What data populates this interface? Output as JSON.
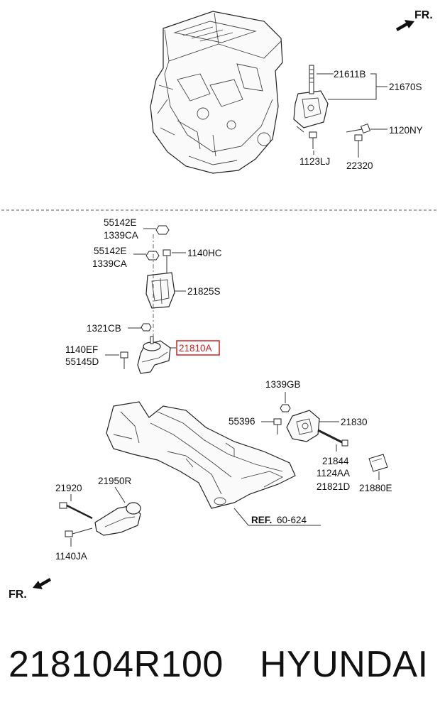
{
  "diagram": {
    "fr_top": "FR.",
    "fr_bottom": "FR.",
    "highlight_color": "#cc2222",
    "labels": {
      "l21611B": "21611B",
      "l21670S": "21670S",
      "l1120NY": "1120NY",
      "l1123LJ": "1123LJ",
      "l22320": "22320",
      "l55142E_a": "55142E",
      "l1339CA_a": "1339CA",
      "l55142E_b": "55142E",
      "l1339CA_b": "1339CA",
      "l1140HC": "1140HC",
      "l21825S": "21825S",
      "l1321CB": "1321CB",
      "l21810A": "21810A",
      "l1140EF": "1140EF",
      "l55145D": "55145D",
      "l1339GB": "1339GB",
      "l55396": "55396",
      "l21830": "21830",
      "l21844": "21844",
      "l1124AA": "1124AA",
      "l21821D": "21821D",
      "l21880E": "21880E",
      "l21920": "21920",
      "l21950R": "21950R",
      "l1140JA": "1140JA",
      "ref_prefix": "REF.",
      "ref_code": "60-624"
    }
  },
  "footer": {
    "part_number": "218104R100",
    "brand": "HYUNDAI"
  }
}
